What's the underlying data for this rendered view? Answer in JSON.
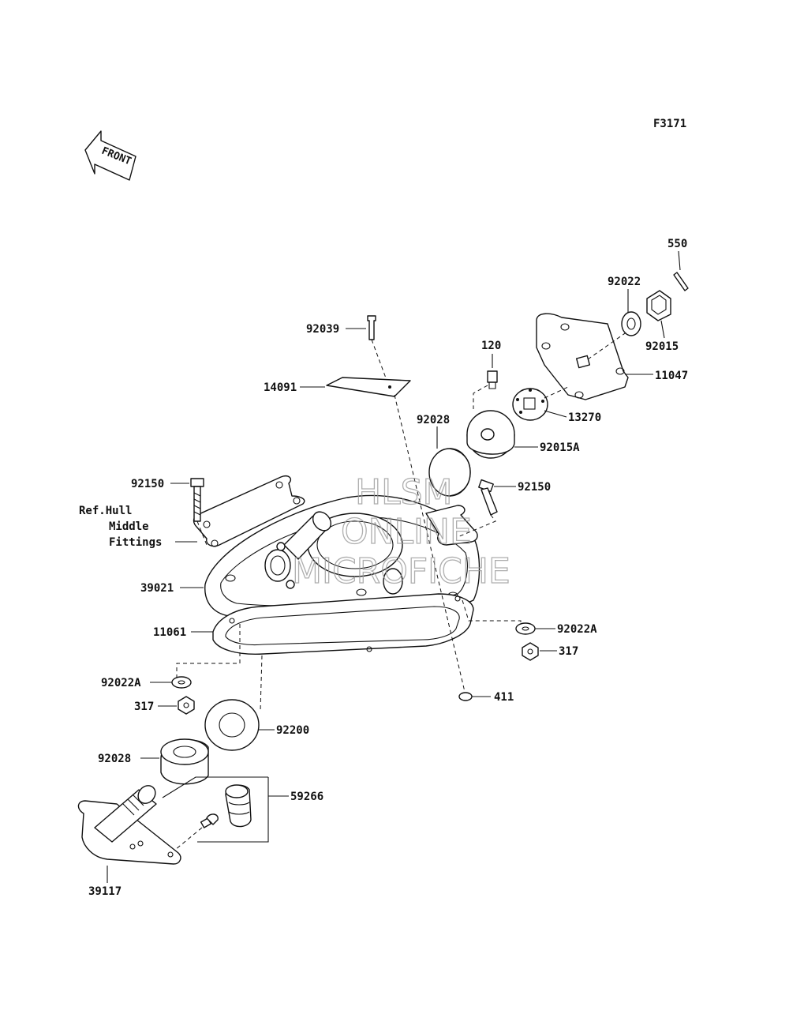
{
  "figure_code": "F3171",
  "front_arrow": {
    "text": "FRONT",
    "icon": "front-arrow-icon"
  },
  "parts": [
    {
      "id": "p550",
      "number": "550"
    },
    {
      "id": "p92022",
      "number": "92022"
    },
    {
      "id": "p92015",
      "number": "92015"
    },
    {
      "id": "p11047",
      "number": "11047"
    },
    {
      "id": "p92039",
      "number": "92039"
    },
    {
      "id": "p120",
      "number": "120"
    },
    {
      "id": "p14091",
      "number": "14091"
    },
    {
      "id": "p13270",
      "number": "13270"
    },
    {
      "id": "p92028a",
      "number": "92028"
    },
    {
      "id": "p92015A",
      "number": "92015A"
    },
    {
      "id": "p92150a",
      "number": "92150"
    },
    {
      "id": "p92150b",
      "number": "92150"
    },
    {
      "id": "p39021",
      "number": "39021"
    },
    {
      "id": "p11061",
      "number": "11061"
    },
    {
      "id": "p92022Aa",
      "number": "92022A"
    },
    {
      "id": "p92022Ab",
      "number": "92022A"
    },
    {
      "id": "p317a",
      "number": "317"
    },
    {
      "id": "p317b",
      "number": "317"
    },
    {
      "id": "p411",
      "number": "411"
    },
    {
      "id": "p92200",
      "number": "92200"
    },
    {
      "id": "p92028b",
      "number": "92028"
    },
    {
      "id": "p59266",
      "number": "59266"
    },
    {
      "id": "p39117",
      "number": "39117"
    }
  ],
  "reference_note": [
    "Ref.Hull",
    "Middle",
    "Fittings"
  ],
  "watermark": [
    "HLSM",
    "ONLINE",
    "MICROFICHE"
  ]
}
